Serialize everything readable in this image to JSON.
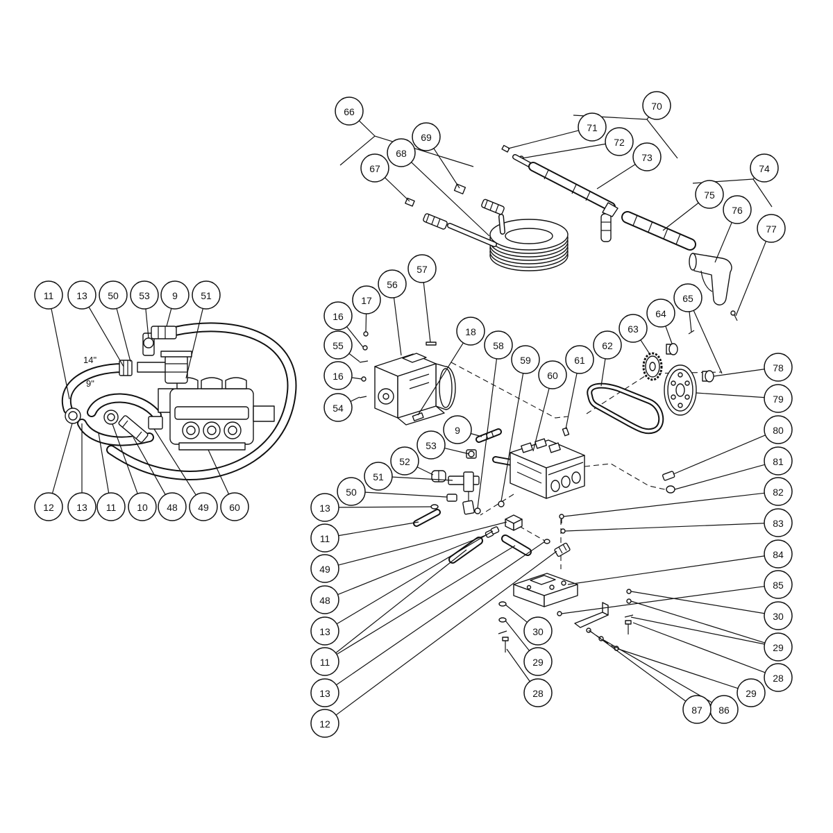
{
  "inset": {
    "callouts_top": [
      "11",
      "13",
      "50",
      "53",
      "9",
      "51"
    ],
    "callouts_bottom": [
      "12",
      "13",
      "11",
      "10",
      "48",
      "49",
      "60"
    ],
    "hose_lengths": [
      "14\"",
      "9\""
    ]
  },
  "main": {
    "callouts": [
      "66",
      "67",
      "68",
      "69",
      "70",
      "71",
      "72",
      "73",
      "74",
      "75",
      "76",
      "77",
      "57",
      "56",
      "17",
      "16",
      "55",
      "16",
      "54",
      "18",
      "58",
      "59",
      "60",
      "61",
      "62",
      "63",
      "64",
      "65",
      "78",
      "79",
      "80",
      "81",
      "82",
      "83",
      "84",
      "85",
      "30",
      "29",
      "28",
      "29",
      "86",
      "87",
      "9",
      "53",
      "52",
      "51",
      "50",
      "13",
      "11",
      "49",
      "48",
      "13",
      "11",
      "13",
      "12",
      "30",
      "29",
      "28"
    ]
  }
}
